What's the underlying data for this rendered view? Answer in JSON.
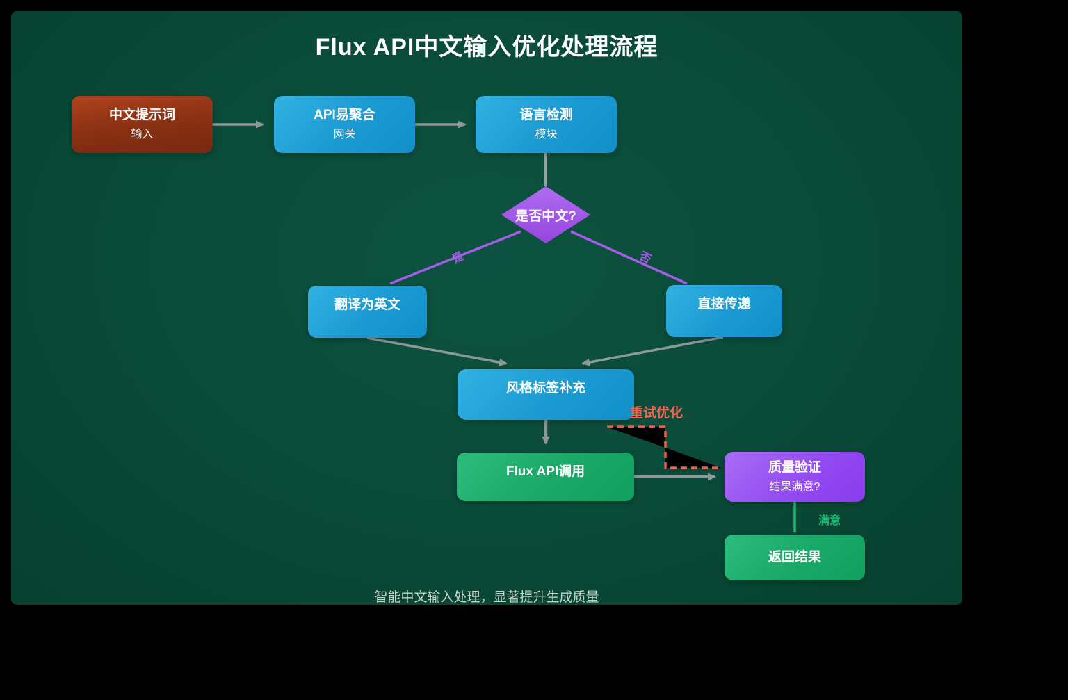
{
  "page": {
    "title": "Flux API中文输入优化处理流程",
    "caption": "智能中文输入处理，显著提升生成质量"
  },
  "nodes": {
    "cn_input": {
      "title": "中文提示词",
      "subtitle": "输入"
    },
    "api_gateway": {
      "title": "API易聚合",
      "subtitle": "网关"
    },
    "lang_detect": {
      "title": "语言检测",
      "subtitle": "模块"
    },
    "decision": {
      "label": "是否中文?"
    },
    "translate": {
      "label": "翻译为英文"
    },
    "passthrough": {
      "label": "直接传递"
    },
    "style_tags": {
      "label": "风格标签补充"
    },
    "flux_call": {
      "label": "Flux API调用"
    },
    "quality_check": {
      "title": "质量验证",
      "subtitle": "结果满意?"
    },
    "return_result": {
      "label": "返回结果"
    }
  },
  "edge_labels": {
    "yes": "是",
    "no": "否",
    "retry": "重试优化",
    "satisfied": "满意"
  },
  "colors": {
    "background_green": "#0a4a38",
    "frame_black": "#000000",
    "node_orange": "#9e3a18",
    "node_blue": "#1f9fd6",
    "node_green": "#1cab6c",
    "node_purple": "#9a4ff0",
    "diamond_purple": "#a258e6",
    "edge_gray": "#8e979e",
    "edge_purple": "#a55ce8",
    "edge_green": "#1db473",
    "retry_red": "#e8604c",
    "text_white": "#ffffff",
    "caption_gray": "#c6d2cc"
  }
}
